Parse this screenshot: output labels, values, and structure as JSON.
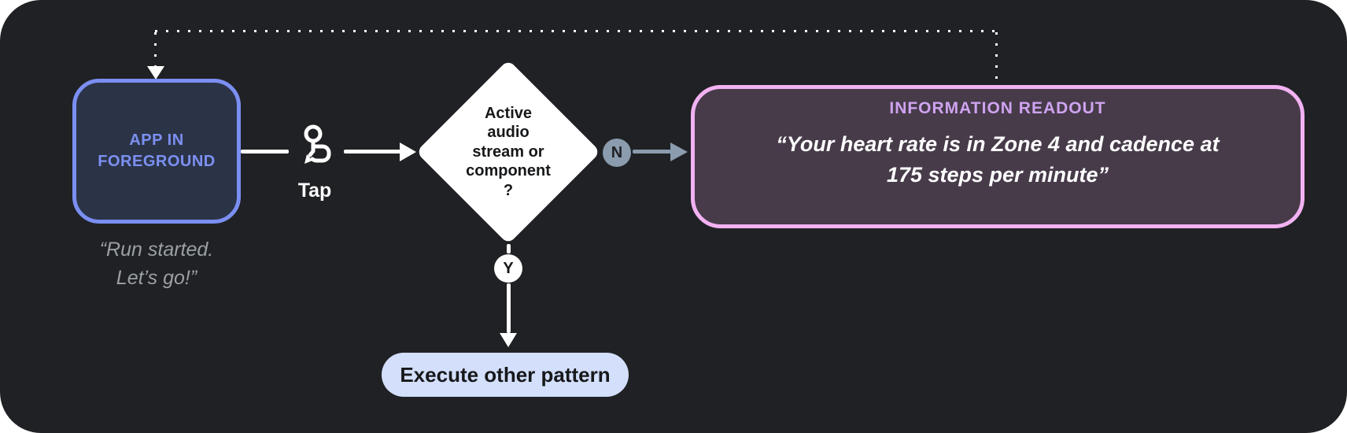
{
  "colors": {
    "panel_bg": "#202124",
    "app_border": "#7B8FF2",
    "app_fill": "#2B3447",
    "app_text": "#7C90F2",
    "caption_text": "#9AA0A6",
    "white": "#FFFFFF",
    "slate_branch": "#8A9CAE",
    "readout_border": "#F2B2F2",
    "readout_fill": "#473B4A",
    "readout_title": "#CFA3F0",
    "pill_bg": "#D3DFFB"
  },
  "app_node": {
    "label": "APP IN FOREGROUND",
    "caption_line1": "“Run started.",
    "caption_line2": "Let’s go!”"
  },
  "tap_edge": {
    "label": "Tap",
    "icon": "tap-gesture-icon"
  },
  "decision": {
    "lines": [
      "Active",
      "audio",
      "stream or",
      "component",
      "?"
    ]
  },
  "branch_no": {
    "badge": "N"
  },
  "branch_yes": {
    "badge": "Y"
  },
  "readout": {
    "title": "INFORMATION READOUT",
    "quote_line1": "“Your heart rate is in Zone 4 and cadence at",
    "quote_line2": "175 steps per minute”"
  },
  "end_node": {
    "label": "Execute other pattern"
  }
}
